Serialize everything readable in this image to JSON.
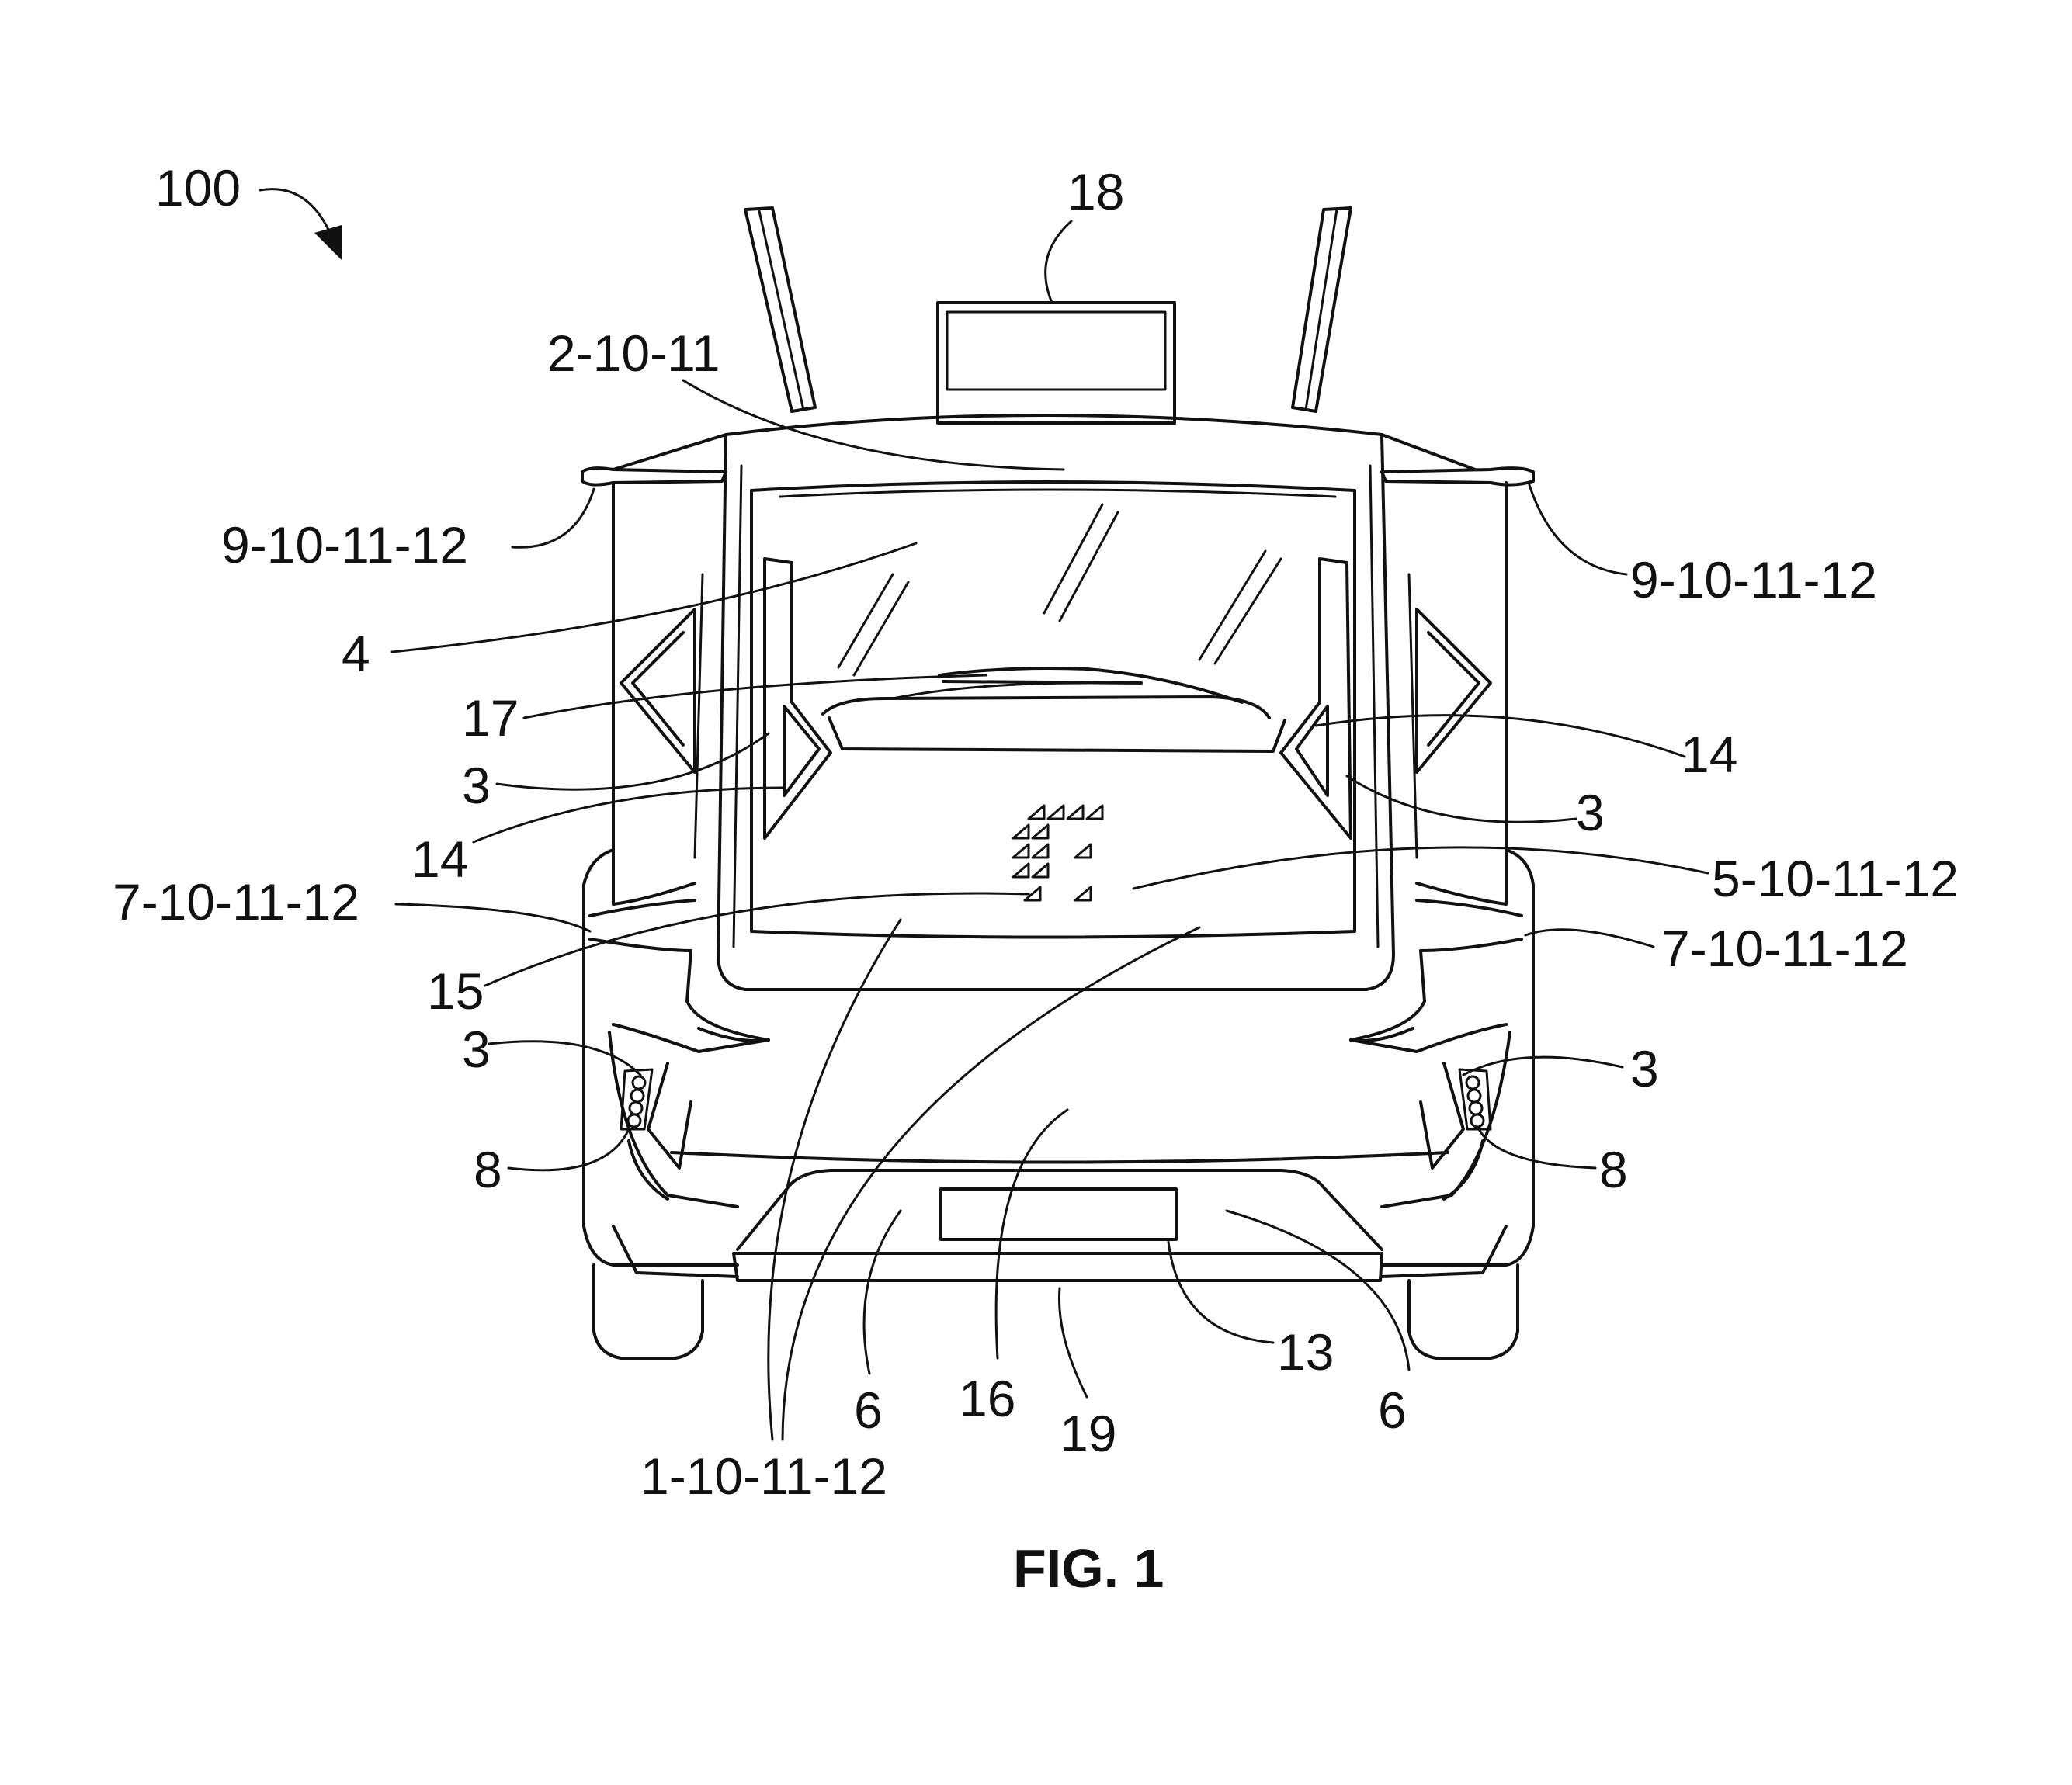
{
  "figure": {
    "ref_main": "100",
    "caption": "FIG. 1",
    "labels": {
      "l18": "18",
      "l2": "2-10-11",
      "l9a": "9-10-11-12",
      "l9b": "9-10-11-12",
      "l4": "4",
      "l17": "17",
      "l3a": "3",
      "l14a": "14",
      "l14b": "14",
      "l3b": "3",
      "l5": "5-10-11-12",
      "l7a": "7-10-11-12",
      "l7b": "7-10-11-12",
      "l15": "15",
      "l3c": "3",
      "l3d": "3",
      "l8a": "8",
      "l8b": "8",
      "l13": "13",
      "l6a": "6",
      "l6b": "6",
      "l16": "16",
      "l19": "19",
      "l1": "1-10-11-12"
    }
  }
}
